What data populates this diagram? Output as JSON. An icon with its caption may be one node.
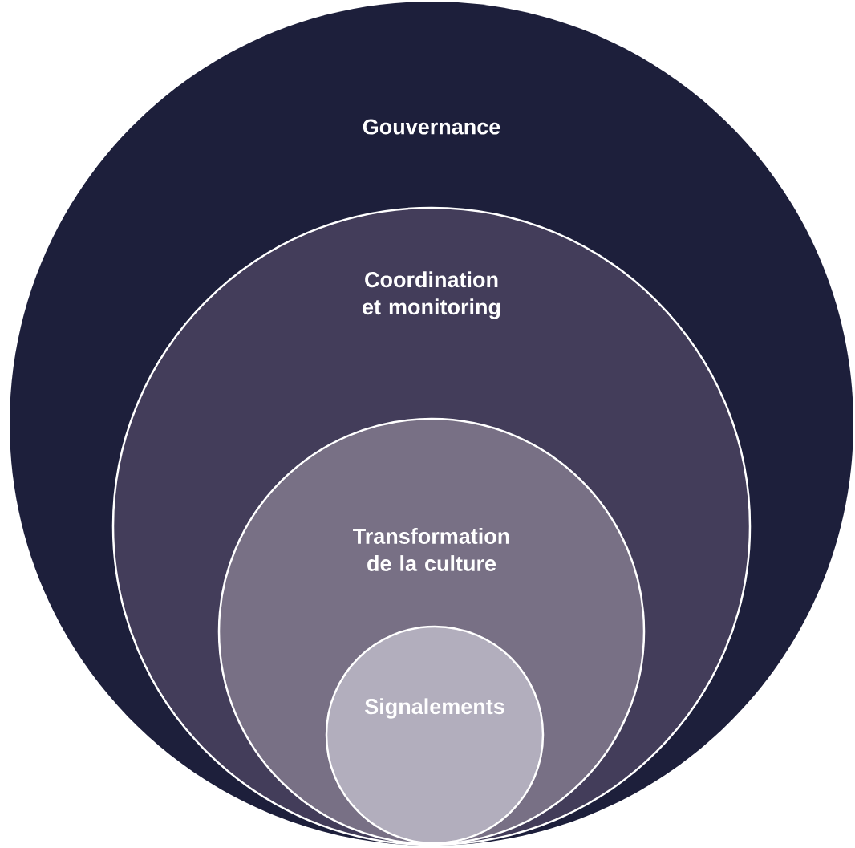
{
  "diagram": {
    "nodes": [
      {
        "text": [
          "Gouvernance"
        ]
      },
      {
        "text": [
          "Coordination et monitoring"
        ],
        "in": 0
      },
      {
        "text": [
          "Transformation de la culture"
        ],
        "in": 1
      },
      {
        "text": [
          "Signalements"
        ],
        "in": 2
      }
    ]
  }
}
